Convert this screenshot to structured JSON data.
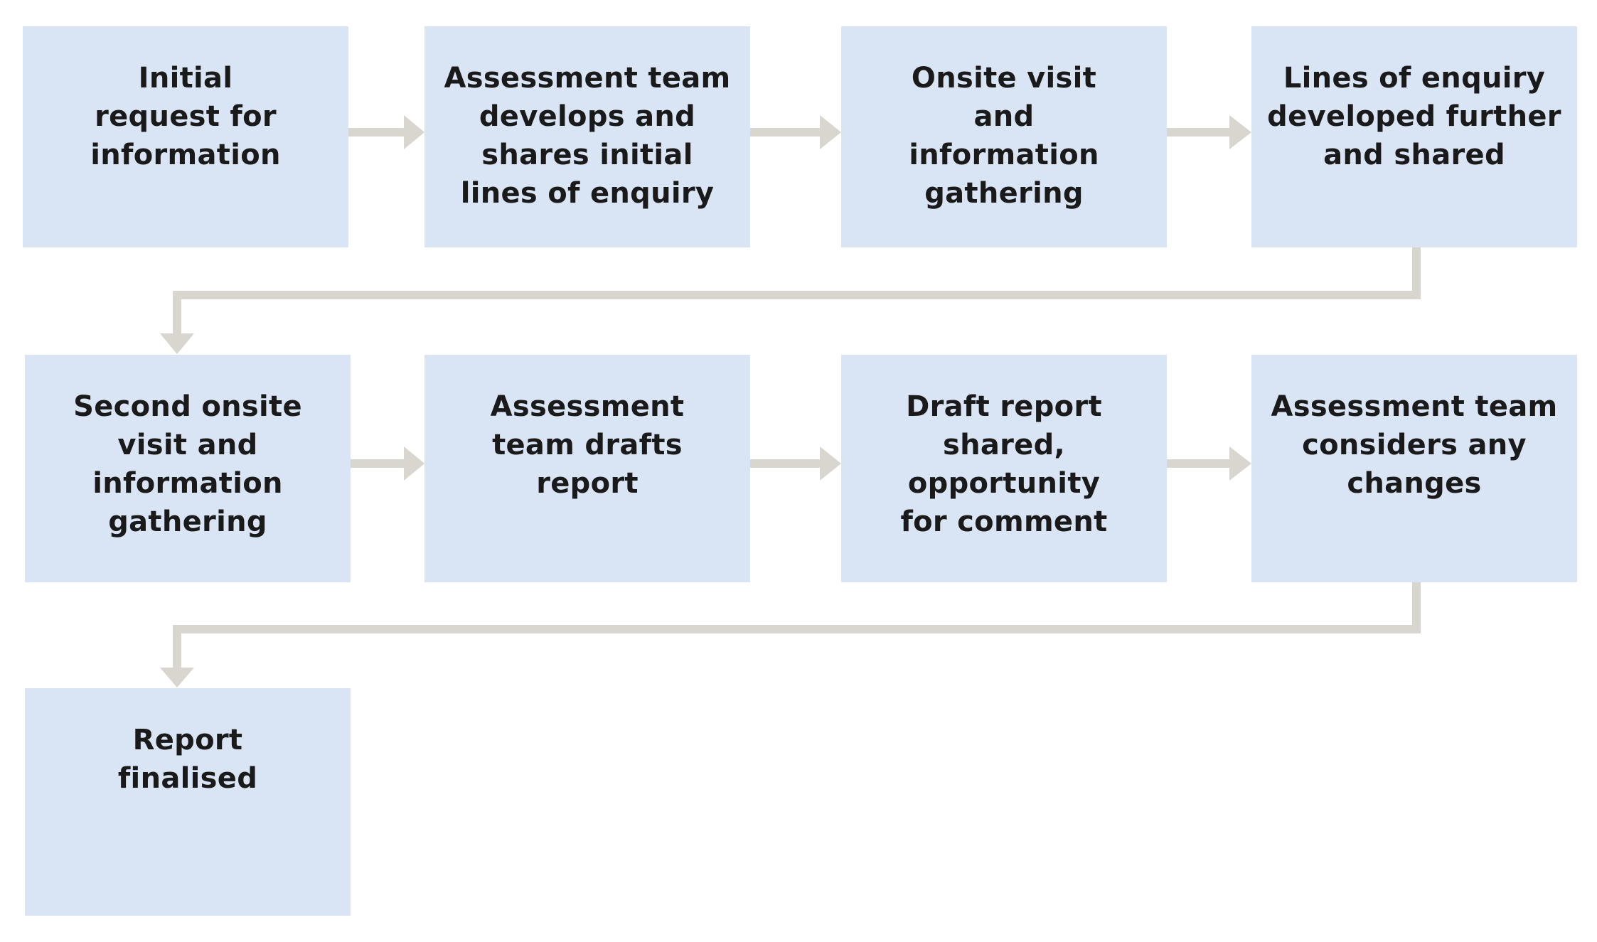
{
  "steps": [
    {
      "label": "Initial request for information"
    },
    {
      "label": "Assessment team develops and shares initial lines of enquiry"
    },
    {
      "label": "Onsite visit and information gathering"
    },
    {
      "label": "Lines of enquiry developed further and shared"
    },
    {
      "label": "Second onsite visit and information gathering"
    },
    {
      "label": "Assessment team drafts report"
    },
    {
      "label": "Draft report shared, opportunity for comment"
    },
    {
      "label": "Assessment team considers any changes"
    },
    {
      "label": "Report finalised"
    }
  ],
  "colors": {
    "box_fill": "#d9e4f4",
    "arrow": "#d9d5cf",
    "text": "#1a1a1a",
    "background": "#ffffff"
  }
}
